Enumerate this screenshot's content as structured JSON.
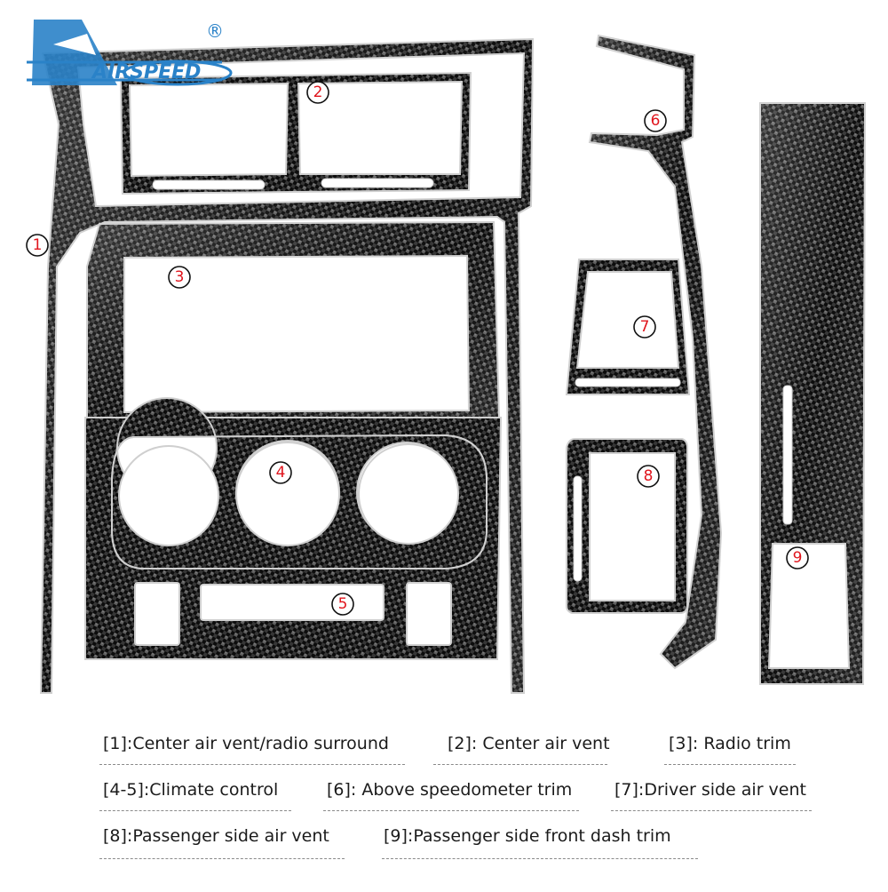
{
  "brand": {
    "name": "AIRSPEED",
    "registered_mark": "®",
    "color": "#2a82c8"
  },
  "piece_numbers": [
    "1",
    "2",
    "3",
    "4",
    "5",
    "6",
    "7",
    "8",
    "9"
  ],
  "colors": {
    "number_text": "#e0151d",
    "carbon_dark": "#0c0c0c",
    "carbon_light": "#6a6a6a",
    "caption_text": "#1b1b1b"
  },
  "captions": [
    "[1]:Center air vent/radio surround",
    "[2]: Center air vent",
    "[3]: Radio trim",
    "[4-5]:Climate control",
    "[6]: Above speedometer trim",
    "[7]:Driver side air vent",
    "[8]:Passenger side air vent",
    "[9]:Passenger side front dash trim"
  ]
}
